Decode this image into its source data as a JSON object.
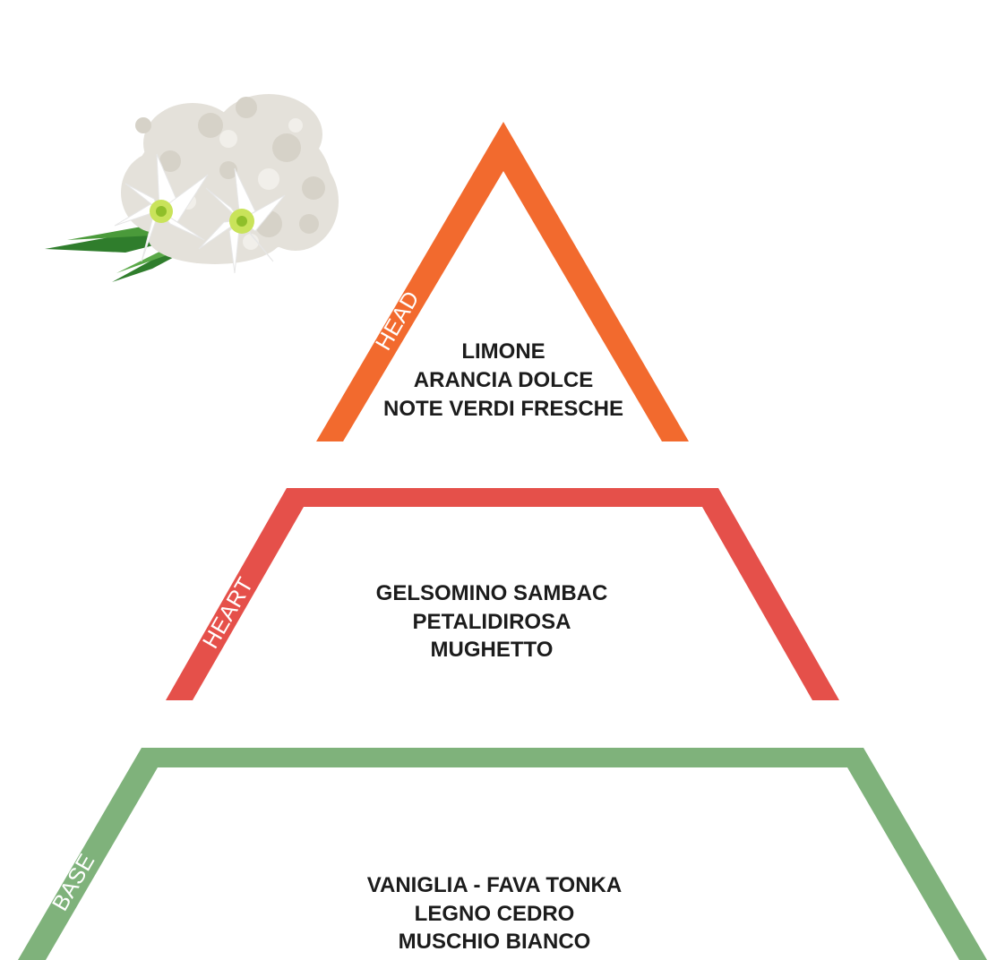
{
  "illustration": {
    "name": "white-lily-and-moss"
  },
  "tiers": [
    {
      "id": "head",
      "label": "HEAD",
      "color": "#F26A2E",
      "notes": [
        "LIMONE",
        "ARANCIA DOLCE",
        "NOTE VERDI FRESCHE"
      ]
    },
    {
      "id": "heart",
      "label": "HEART",
      "color": "#E5504A",
      "notes": [
        "GELSOMINO SAMBAC",
        "PETALIDIROSA",
        "MUGHETTO"
      ]
    },
    {
      "id": "base",
      "label": "BASE",
      "color": "#7FB27B",
      "notes": [
        "VANIGLIA - FAVA TONKA",
        "LEGNO CEDRO",
        "MUSCHIO BIANCO"
      ]
    }
  ]
}
